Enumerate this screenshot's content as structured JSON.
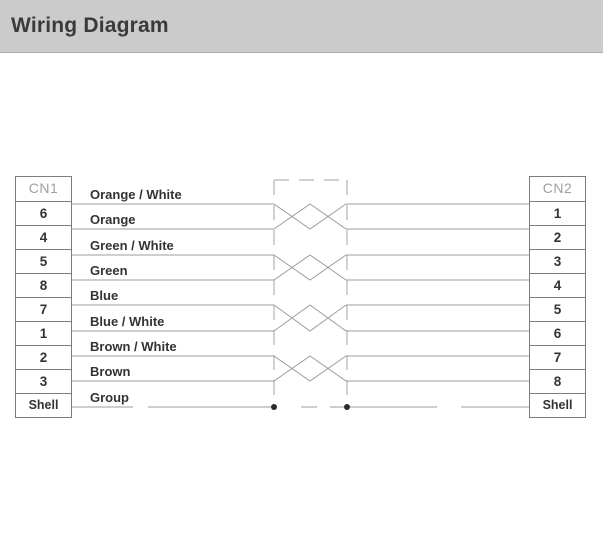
{
  "header": {
    "title": "Wiring Diagram"
  },
  "colors": {
    "header_background": "#cbcbcb",
    "wire_line": "#9c9c9c",
    "dashed_shield_line": "#a3a3a3",
    "table_border": "#7d7d7d",
    "pin_text": "#333333",
    "connector_title_text": "#9ba1a6",
    "title_text": "#3a3a3a",
    "ground_dot": "#2a2a2a",
    "page_background": "#ffffff"
  },
  "connectors": {
    "cn1": {
      "title": "CN1",
      "pins": [
        "6",
        "4",
        "5",
        "8",
        "7",
        "1",
        "2",
        "3",
        "Shell"
      ]
    },
    "cn2": {
      "title": "CN2",
      "pins": [
        "1",
        "2",
        "3",
        "4",
        "5",
        "6",
        "7",
        "8",
        "Shell"
      ]
    }
  },
  "wires": [
    {
      "label": "Orange / White",
      "cn1_pin": "6",
      "cn2_pin": "1",
      "twisted_pair": 1
    },
    {
      "label": "Orange",
      "cn1_pin": "4",
      "cn2_pin": "2",
      "twisted_pair": 1
    },
    {
      "label": "Green / White",
      "cn1_pin": "5",
      "cn2_pin": "3",
      "twisted_pair": 2
    },
    {
      "label": "Green",
      "cn1_pin": "8",
      "cn2_pin": "4",
      "twisted_pair": 2
    },
    {
      "label": "Blue",
      "cn1_pin": "7",
      "cn2_pin": "5",
      "twisted_pair": 3
    },
    {
      "label": "Blue / White",
      "cn1_pin": "1",
      "cn2_pin": "6",
      "twisted_pair": 3
    },
    {
      "label": "Brown / White",
      "cn1_pin": "2",
      "cn2_pin": "7",
      "twisted_pair": 4
    },
    {
      "label": "Brown",
      "cn1_pin": "3",
      "cn2_pin": "8",
      "twisted_pair": 4
    },
    {
      "label": "Group",
      "cn1_pin": "Shell",
      "cn2_pin": "Shell",
      "twisted_pair": null
    }
  ],
  "shield": {
    "style": "dashed-box",
    "connects": "Shell to Shell (Group drain)"
  }
}
